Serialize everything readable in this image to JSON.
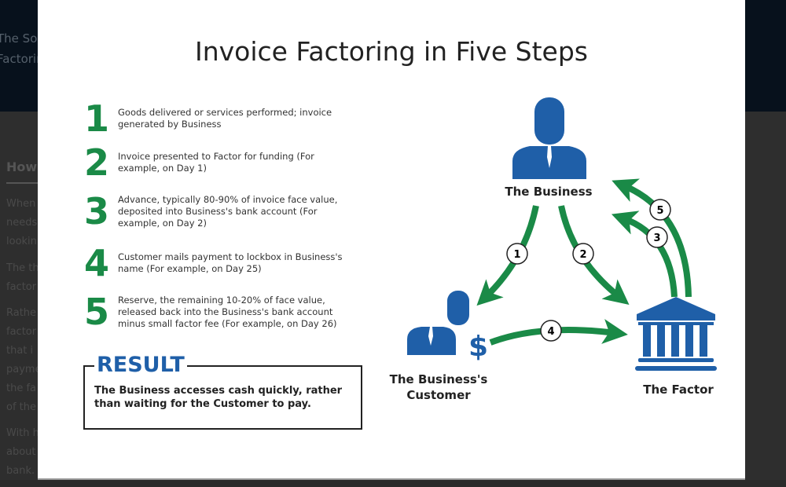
{
  "background": {
    "hero_lines": [
      "The Sou",
      "Factorin"
    ],
    "heading": "How",
    "para_lines": [
      "When",
      "needs",
      "lookin",
      "The th",
      "factor",
      "Rathe",
      "factor",
      "that i",
      "payme",
      "the fa",
      "of the",
      "With h",
      "about",
      "bank."
    ]
  },
  "infographic": {
    "title": "Invoice Factoring in Five Steps",
    "steps": [
      {
        "num": "1",
        "text": "Goods delivered or services performed; invoice generated by Business"
      },
      {
        "num": "2",
        "text": "Invoice presented to Factor for funding (For example, on Day 1)"
      },
      {
        "num": "3",
        "text": "Advance, typically 80-90% of invoice face value, deposited into Business's bank account (For example, on Day 2)"
      },
      {
        "num": "4",
        "text": "Customer mails payment to lockbox in Business's name (For example, on Day 25)"
      },
      {
        "num": "5",
        "text": "Reserve, the remaining 10-20% of face value, released back into the Business's bank account minus small factor fee (For example, on Day 26)"
      }
    ],
    "result": {
      "heading": "RESULT",
      "text": "The Business accesses cash quickly, rather than waiting for the Customer to pay."
    },
    "nodes": {
      "business": "The Business",
      "customer": "The Business's Customer",
      "factor": "The Factor"
    },
    "arrow_labels": [
      "1",
      "2",
      "3",
      "4",
      "5"
    ],
    "colors": {
      "green": "#1a8a47",
      "blue": "#1f5fa8"
    }
  }
}
